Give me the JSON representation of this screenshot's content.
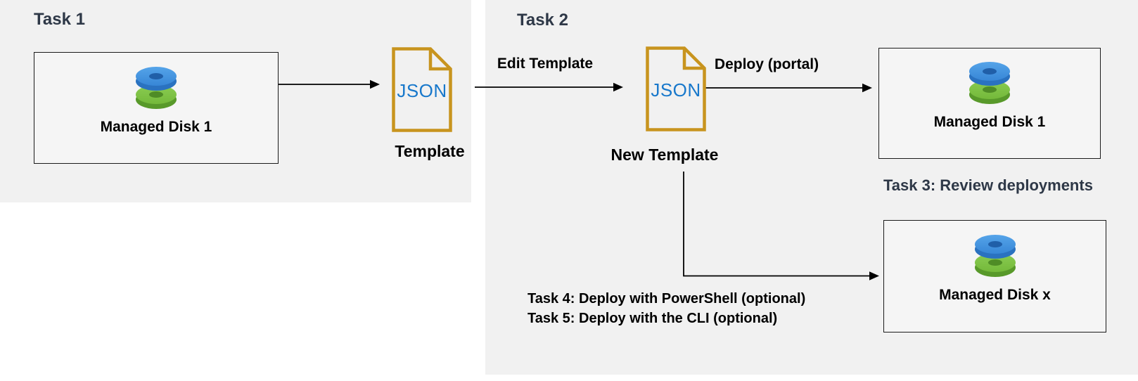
{
  "diagram": {
    "task1": {
      "heading": "Task 1",
      "source_disk_label": "Managed Disk 1",
      "json_file_text": "JSON",
      "template_label": "Template"
    },
    "task2": {
      "heading": "Task 2",
      "edit_arrow_label": "Edit Template",
      "json_file_text": "JSON",
      "new_template_label": "New Template",
      "deploy_arrow_label": "Deploy (portal)",
      "deployed_disk_label": "Managed Disk 1"
    },
    "task3_note": "Task 3: Review deployments",
    "task4_note": "Task 4: Deploy with PowerShell (optional)",
    "task5_note": "Task 5: Deploy with the CLI (optional)",
    "disk_x_label": "Managed Disk x",
    "colors": {
      "panel_bg": "#f1f1f1",
      "box_border": "#1a1a1a",
      "json_doc_border": "#c8941e",
      "json_text_blue": "#1878cb",
      "heading_text": "#2e3847",
      "disk_blue": "#3786d6",
      "disk_green": "#74b93a",
      "arrow": "#000000"
    }
  }
}
